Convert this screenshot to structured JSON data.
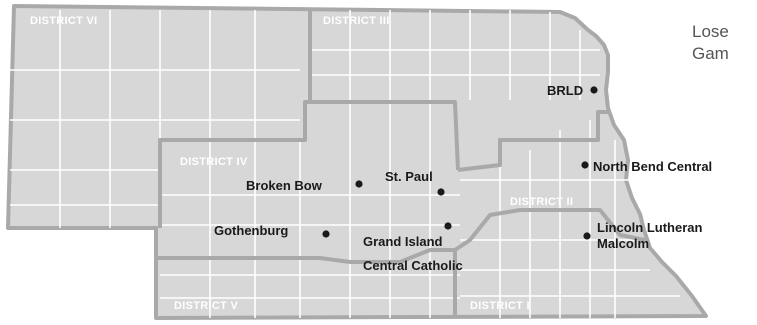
{
  "colors": {
    "land": "#d7d7d7",
    "district_border": "#a9a9a9",
    "county_lines": "#ffffff",
    "labels": "#1a1a1a"
  },
  "side_text": [
    "Lose",
    "Gam"
  ],
  "districts": [
    {
      "id": "vi",
      "label": "DISTRICT VI"
    },
    {
      "id": "iii",
      "label": "DISTRICT III"
    },
    {
      "id": "iv",
      "label": "DISTRICT IV"
    },
    {
      "id": "ii",
      "label": "DISTRICT II"
    },
    {
      "id": "v",
      "label": "DISTRICT V"
    },
    {
      "id": "i",
      "label": "DISTRICT I"
    }
  ],
  "schools": [
    {
      "id": "brld",
      "lines": [
        "BRLD"
      ]
    },
    {
      "id": "north-bend-central",
      "lines": [
        "North Bend Central"
      ]
    },
    {
      "id": "st-paul",
      "lines": [
        "St. Paul"
      ]
    },
    {
      "id": "broken-bow",
      "lines": [
        "Broken Bow"
      ]
    },
    {
      "id": "gothenburg",
      "lines": [
        "Gothenburg"
      ]
    },
    {
      "id": "grand-island-central-catholic",
      "lines": [
        "Grand Island",
        "Central Catholic"
      ]
    },
    {
      "id": "lincoln-lutheran-malcolm",
      "lines": [
        "Lincoln Lutheran",
        "Malcolm"
      ]
    }
  ]
}
